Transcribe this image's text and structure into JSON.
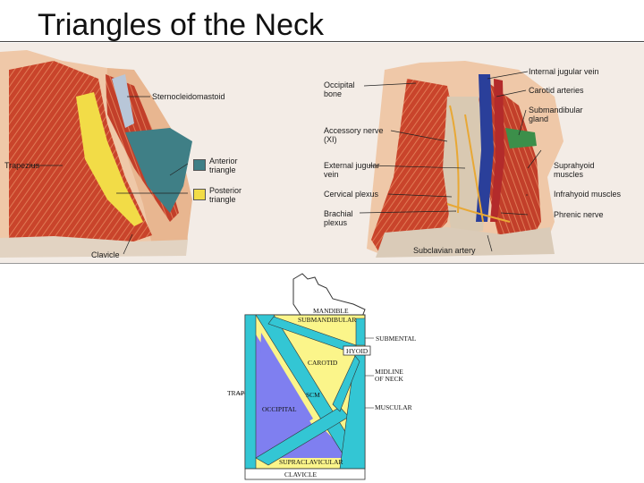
{
  "slide": {
    "title": "Triangles of the Neck"
  },
  "left_figure": {
    "labels": {
      "sternocleidomastoid": "Sternocleidomastoid",
      "trapezius": "Trapezius",
      "clavicle": "Clavicle"
    },
    "legend": [
      {
        "label_1": "Anterior",
        "label_2": "triangle",
        "color": "#3f7f86"
      },
      {
        "label_1": "Posterior",
        "label_2": "triangle",
        "color": "#f2dc47"
      }
    ]
  },
  "right_figure": {
    "left_labels": {
      "occipital_1": "Occipital",
      "occipital_2": "bone",
      "accessory_1": "Accessory nerve",
      "accessory_2": "(XI)",
      "ext_jugular_1": "External jugular",
      "ext_jugular_2": "vein",
      "cervical_plexus": "Cervical plexus",
      "brachial_1": "Brachial",
      "brachial_2": "plexus",
      "subclavian": "Subclavian artery"
    },
    "right_labels": {
      "int_jugular": "Internal jugular vein",
      "carotid": "Carotid arteries",
      "submandibular_1": "Submandibular",
      "submandibular_2": "gland",
      "suprahyoid_1": "Suprahyoid",
      "suprahyoid_2": "muscles",
      "infrahyoid": "Infrahyoid muscles",
      "phrenic": "Phrenic nerve"
    }
  },
  "schematic": {
    "colors": {
      "yellow": "#fbf58a",
      "blue": "#7f7ff0",
      "cyan": "#33c6d4"
    },
    "labels": {
      "mandible": "MANDIBLE",
      "submandibular": "SUBMANDIBULAR",
      "submental": "SUBMENTAL",
      "hyoid": "HYOID",
      "carotid": "CAROTID",
      "midline": "MIDLINE OF NECK",
      "trap": "TRAP",
      "scm": "SCM",
      "occipital": "OCCIPITAL",
      "muscular": "MUSCULAR",
      "supraclavicular": "SUPRACLAVICULAR",
      "clavicle": "CLAVICLE"
    }
  }
}
